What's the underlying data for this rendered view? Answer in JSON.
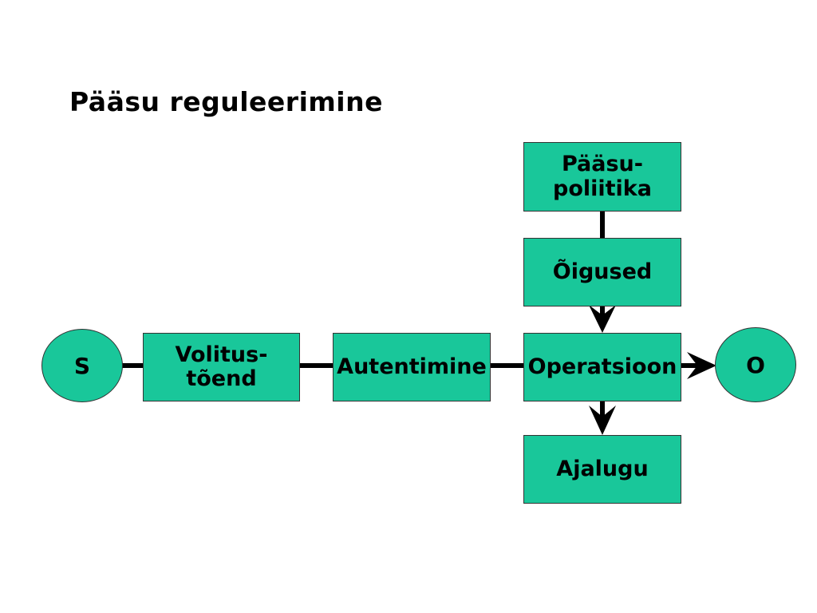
{
  "title": "Pääsu reguleerimine",
  "colors": {
    "node_fill": "#19c79a",
    "edge": "#000000",
    "border": "#333333"
  },
  "nodes": {
    "s": "S",
    "volitustoend": "Volitus-\ntõend",
    "autentimine": "Autentimine",
    "operatsioon": "Operatsioon",
    "o": "O",
    "paasupoliitika": "Pääsu-\npoliitika",
    "oigused": "Õigused",
    "ajalugu": "Ajalugu"
  }
}
